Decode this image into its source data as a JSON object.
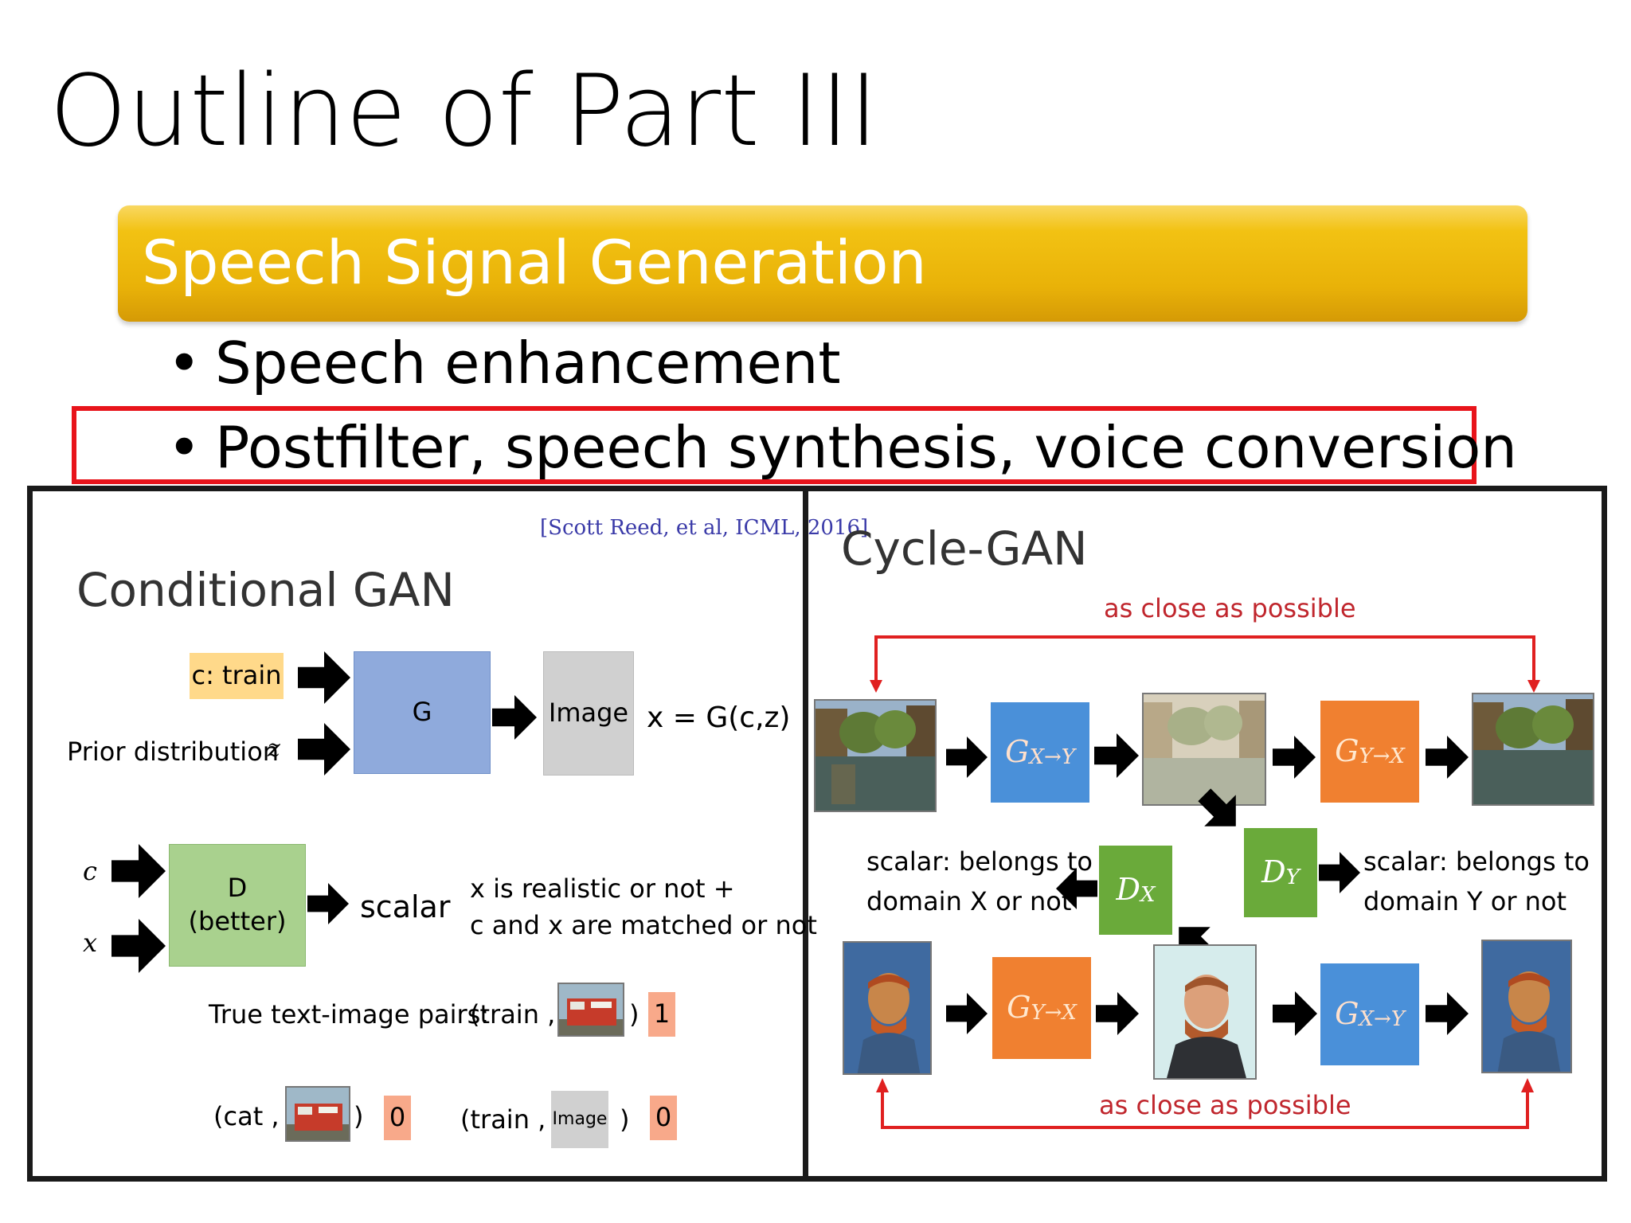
{
  "slide": {
    "title": "Outline of Part III",
    "section": "Speech Signal Generation",
    "bullets": [
      "Speech enhancement",
      "Postfilter, speech synthesis, voice conversion"
    ],
    "bullet_symbol": "•"
  },
  "left_panel": {
    "citation": "[Scott Reed, et al, ICML, 2016]",
    "title": "Conditional GAN",
    "c_train": "c: train",
    "prior": "Prior distribution",
    "prior_var": "z",
    "g_label": "G",
    "image_label": "Image",
    "equation": "x = G(c,z)",
    "c_var": "c",
    "x_var": "x",
    "d_line1": "D",
    "d_line2": "(better)",
    "scalar": "scalar",
    "desc_line1": "x is realistic or not +",
    "desc_line2": "c and x are matched or not",
    "true_pairs": "True text-image pairs:",
    "pair1_open": "(train ,",
    "pair_close": ")",
    "score_one": "1",
    "pair2_open": "(cat ,",
    "score_zero": "0",
    "pair3_open": "(train ,",
    "small_image": "Image",
    "colors": {
      "g_box": "#8faadc",
      "image_box": "#d0d0d0",
      "d_box": "#a9d18e",
      "c_train_box": "#ffd98a",
      "score_box": "#f8a98a"
    }
  },
  "right_panel": {
    "title": "Cycle-GAN",
    "top_caption": "as close as possible",
    "bottom_caption": "as close as possible",
    "g_xy": "G",
    "g_xy_sub": "X→Y",
    "g_yx": "G",
    "g_yx_sub": "Y→X",
    "d_x": "D",
    "d_x_sub": "X",
    "d_y": "D",
    "d_y_sub": "Y",
    "left_desc_line1": "scalar: belongs to",
    "left_desc_line2": "domain X or not",
    "right_desc_line1": "scalar: belongs to",
    "right_desc_line2": "domain Y or not",
    "colors": {
      "g_xy": "#4a90d9",
      "g_yx": "#f08030",
      "d_box": "#6aaa3a",
      "caption": "#c0262d",
      "loop_line": "#e02020"
    }
  }
}
